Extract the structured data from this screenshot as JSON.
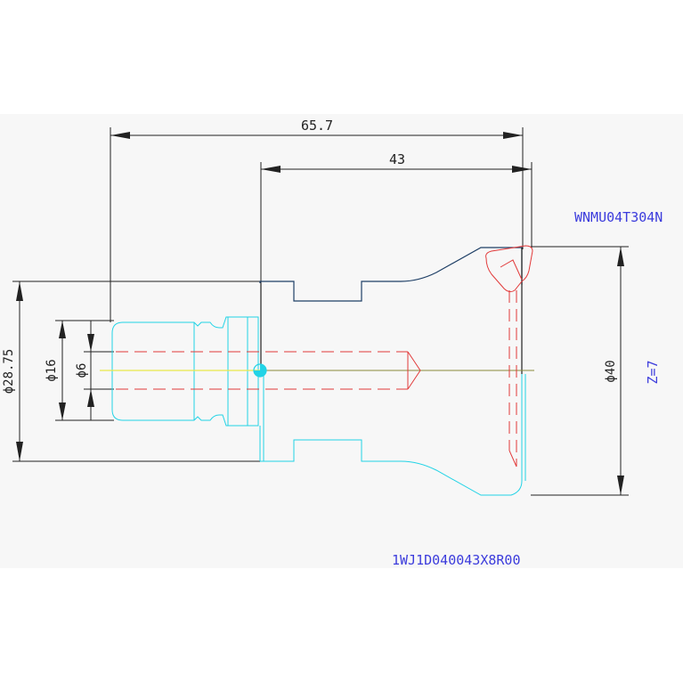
{
  "drawing": {
    "dimensions": {
      "overall_length": "65.7",
      "body_length": "43",
      "dia_28_75": "ϕ28.75",
      "dia_16": "ϕ16",
      "dia_6": "ϕ6",
      "dia_40": "ϕ40"
    },
    "insert_code": "WNMU04T304N",
    "teeth_count": "Z=7",
    "part_number": "1WJ1D040043X8R00"
  },
  "colors": {
    "background": "#ffffff",
    "band": "#f7f7f7",
    "dimension_lines": "#222222",
    "label_blue": "#3c3cdc",
    "shank_cyan": "#22d3e6",
    "body_outline_navy": "#1e3f66",
    "hidden_lines_red": "#e23a3a",
    "center_axis_yellow": "#e8e84a"
  }
}
